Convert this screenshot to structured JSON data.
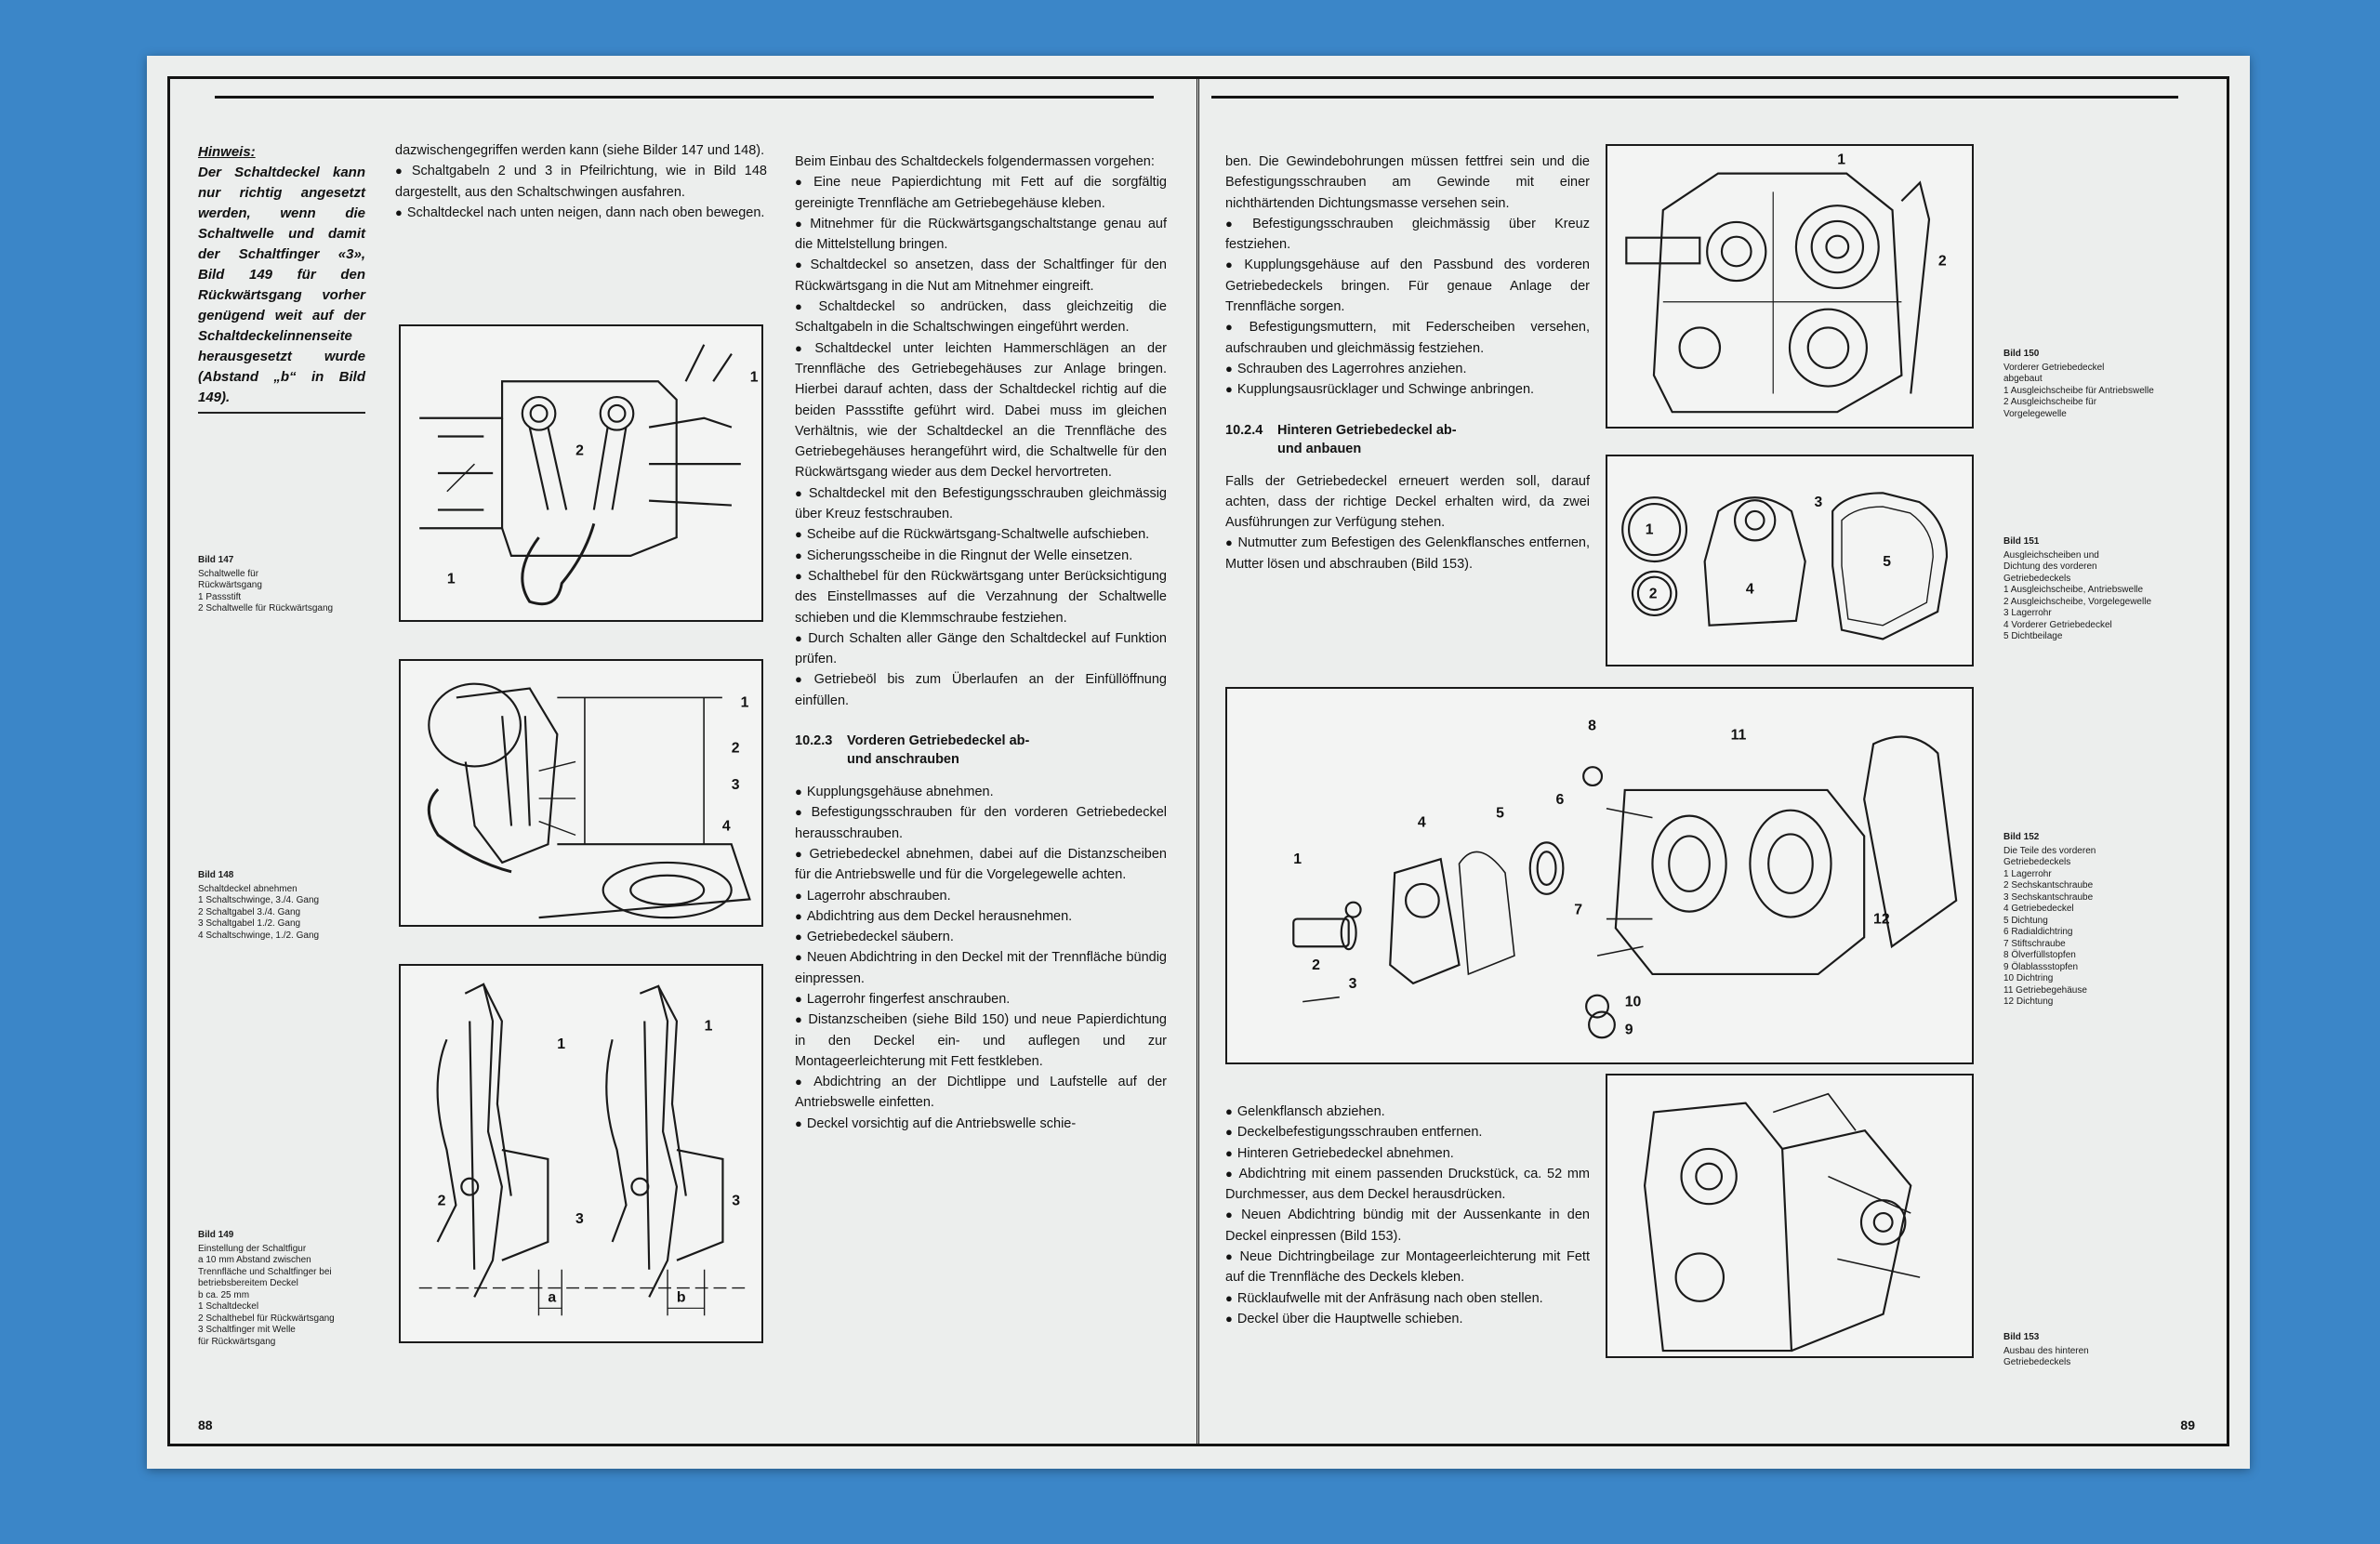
{
  "left_page": {
    "hint_label": "Hinweis:",
    "hint_text": "Der Schaltdeckel kann nur richtig angesetzt werden, wenn die Schaltwelle und damit der Schaltfinger «3», Bild 149 für den Rückwärtsgang vorher genügend weit auf der Schaltdeckelinnenseite herausgesetzt wurde (Abstand „b“ in Bild 149).",
    "col1": [
      {
        "t": "p",
        "text": "dazwischengegriffen werden kann (siehe Bilder 147 und 148)."
      },
      {
        "t": "b",
        "text": "Schaltgabeln 2 und 3 in Pfeilrichtung, wie in Bild 148 dargestellt, aus den Schaltschwingen ausfahren."
      },
      {
        "t": "b",
        "text": "Schaltdeckel nach unten neigen, dann nach oben bewegen."
      }
    ],
    "col2": [
      {
        "t": "p",
        "text": "Beim Einbau des Schaltdeckels folgendermassen vorgehen:"
      },
      {
        "t": "b",
        "text": "Eine neue Papierdichtung mit Fett auf die sorgfältig gereinigte Trennfläche am Getriebegehäuse kleben."
      },
      {
        "t": "b",
        "text": "Mitnehmer für die Rückwärtsgangschaltstange genau auf die Mittelstellung bringen."
      },
      {
        "t": "b",
        "text": "Schaltdeckel so ansetzen, dass der Schaltfinger für den Rückwärtsgang in die Nut am Mitnehmer eingreift."
      },
      {
        "t": "b",
        "text": "Schaltdeckel so andrücken, dass gleichzeitig die Schaltgabeln in die Schaltschwingen eingeführt werden."
      },
      {
        "t": "b",
        "text": "Schaltdeckel unter leichten Hammerschlägen an der Trennfläche des Getriebegehäuses zur Anlage bringen. Hierbei darauf achten, dass der Schaltdeckel richtig auf die beiden Passstifte geführt wird. Dabei muss im gleichen Verhältnis, wie der Schaltdeckel an die Trennfläche des Getriebegehäuses herangeführt wird, die Schaltwelle für den Rückwärtsgang wieder aus dem Deckel hervortreten."
      },
      {
        "t": "b",
        "text": "Schaltdeckel mit den Befestigungsschrauben gleichmässig über Kreuz festschrauben."
      },
      {
        "t": "b",
        "text": "Scheibe auf die Rückwärtsgang-Schaltwelle aufschieben."
      },
      {
        "t": "b",
        "text": "Sicherungsscheibe in die Ringnut der Welle einsetzen."
      },
      {
        "t": "b",
        "text": "Schalthebel für den Rückwärtsgang unter Berücksichtigung des Einstellmasses auf die Verzahnung der Schaltwelle schieben und die Klemmschraube festziehen."
      },
      {
        "t": "b",
        "text": "Durch Schalten aller Gänge den Schaltdeckel auf Funktion prüfen."
      },
      {
        "t": "b",
        "text": "Getriebeöl bis zum Überlaufen an der Einfüllöffnung einfüllen."
      },
      {
        "t": "h",
        "num": "10.2.3",
        "text": "Vorderen Getriebedeckel ab-",
        "cont": "und anschrauben"
      },
      {
        "t": "b",
        "text": "Kupplungsgehäuse abnehmen."
      },
      {
        "t": "b",
        "text": "Befestigungsschrauben für den vorderen Getriebedeckel herausschrauben."
      },
      {
        "t": "b",
        "text": "Getriebedeckel abnehmen, dabei auf die Distanzscheiben für die Antriebswelle und für die Vorgelegewelle achten."
      },
      {
        "t": "b",
        "text": "Lagerrohr abschrauben."
      },
      {
        "t": "b",
        "text": "Abdichtring aus dem Deckel herausnehmen."
      },
      {
        "t": "b",
        "text": "Getriebedeckel säubern."
      },
      {
        "t": "b",
        "text": "Neuen Abdichtring in den Deckel mit der Trennfläche bündig einpressen."
      },
      {
        "t": "b",
        "text": "Lagerrohr fingerfest anschrauben."
      },
      {
        "t": "b",
        "text": "Distanzscheiben (siehe Bild 150) und neue Papierdichtung in den Deckel ein- und auflegen und zur Montageerleichterung mit Fett festkleben."
      },
      {
        "t": "b",
        "text": "Abdichtring an der Dichtlippe und Laufstelle auf der Antriebswelle einfetten."
      },
      {
        "t": "b",
        "text": "Deckel vorsichtig auf die Antriebswelle schie-"
      }
    ],
    "captions": [
      {
        "title": "Bild 147",
        "lines": [
          "Schaltwelle für",
          "Rückwärtsgang",
          "1 Passstift",
          "2 Schaltwelle für Rückwärtsgang"
        ]
      },
      {
        "title": "Bild 148",
        "lines": [
          "Schaltdeckel abnehmen",
          "1 Schaltschwinge, 3./4. Gang",
          "2 Schaltgabel 3./4. Gang",
          "3 Schaltgabel 1./2. Gang",
          "4 Schaltschwinge, 1./2. Gang"
        ]
      },
      {
        "title": "Bild 149",
        "lines": [
          "Einstellung der Schaltfigur",
          "a 10 mm Abstand zwischen",
          "Trennfläche und Schaltfinger bei",
          "betriebsbereitem Deckel",
          "b ca. 25 mm",
          "1 Schaltdeckel",
          "2 Schalthebel für Rückwärtsgang",
          "3 Schaltfinger mit Welle",
          "für Rückwärtsgang"
        ]
      }
    ],
    "page_number": "88"
  },
  "right_page": {
    "col1": [
      {
        "t": "p",
        "text": "ben. Die Gewindebohrungen müssen fettfrei sein und die Befestigungsschrauben am Gewinde mit einer nichthärtenden Dichtungsmasse versehen sein."
      },
      {
        "t": "b",
        "text": "Befestigungsschrauben gleichmässig über Kreuz festziehen."
      },
      {
        "t": "b",
        "text": "Kupplungsgehäuse auf den Passbund des vorderen Getriebedeckels bringen. Für genaue Anlage der Trennfläche sorgen."
      },
      {
        "t": "b",
        "text": "Befestigungsmuttern, mit Federscheiben versehen, aufschrauben und gleichmässig festziehen."
      },
      {
        "t": "b",
        "text": "Schrauben des Lagerrohres anziehen."
      },
      {
        "t": "b",
        "text": "Kupplungsausrücklager und Schwinge anbringen."
      },
      {
        "t": "h",
        "num": "10.2.4",
        "text": "Hinteren Getriebedeckel ab-",
        "cont": "und anbauen"
      },
      {
        "t": "p",
        "text": "Falls der Getriebedeckel erneuert werden soll, darauf achten, dass der richtige Deckel erhalten wird, da zwei Ausführungen zur Verfügung stehen."
      },
      {
        "t": "b",
        "text": "Nutmutter zum Befestigen des Gelenkflansches entfernen, Mutter lösen und abschrauben (Bild 153)."
      }
    ],
    "col2": [
      {
        "t": "b",
        "text": "Gelenkflansch abziehen."
      },
      {
        "t": "b",
        "text": "Deckelbefestigungsschrauben entfernen."
      },
      {
        "t": "b",
        "text": "Hinteren Getriebedeckel abnehmen."
      },
      {
        "t": "b",
        "text": "Abdichtring mit einem passenden Druckstück, ca. 52 mm Durchmesser, aus dem Deckel herausdrücken."
      },
      {
        "t": "b",
        "text": "Neuen Abdichtring bündig mit der Aussenkante in den Deckel einpressen (Bild 153)."
      },
      {
        "t": "b",
        "text": "Neue Dichtringbeilage zur Montageerleichterung mit Fett auf die Trennfläche des Deckels kleben."
      },
      {
        "t": "b",
        "text": "Rücklaufwelle mit der Anfräsung nach oben stellen."
      },
      {
        "t": "b",
        "text": "Deckel über die Hauptwelle schieben."
      }
    ],
    "captions": [
      {
        "title": "Bild 150",
        "lines": [
          "Vorderer Getriebedeckel",
          "abgebaut",
          "1 Ausgleichscheibe für Antriebswelle",
          "2 Ausgleichscheibe für",
          "Vorgelegewelle"
        ]
      },
      {
        "title": "Bild 151",
        "lines": [
          "Ausgleichscheiben und",
          "Dichtung des vorderen",
          "Getriebedeckels",
          "1 Ausgleichscheibe, Antriebswelle",
          "2 Ausgleichscheibe, Vorgelegewelle",
          "3 Lagerrohr",
          "4 Vorderer Getriebedeckel",
          "5 Dichtbeilage"
        ]
      },
      {
        "title": "Bild 152",
        "lines": [
          "Die Teile des vorderen",
          "Getriebedeckels",
          "1 Lagerrohr",
          "2 Sechskantschraube",
          "3 Sechskantschraube",
          "4 Getriebedeckel",
          "5 Dichtung",
          "6 Radialdichtring",
          "7 Stiftschraube",
          "8 Ölverfüllstopfen",
          "9 Ölablassstopfen",
          "10 Dichtring",
          "11 Getriebegehäuse",
          "12 Dichtung"
        ]
      },
      {
        "title": "Bild 153",
        "lines": [
          "Ausbau des hinteren",
          "Getriebedeckels"
        ]
      }
    ],
    "page_number": "89"
  },
  "figure_callouts": {
    "fig147": [
      "1",
      "2",
      "1"
    ],
    "fig148": [
      "1",
      "2",
      "3",
      "4"
    ],
    "fig149": [
      "1",
      "2",
      "3",
      "1",
      "3",
      "a",
      "b"
    ],
    "fig150": [
      "1",
      "2"
    ],
    "fig151": [
      "1",
      "2",
      "3",
      "4",
      "5"
    ],
    "fig152": [
      "1",
      "2",
      "3",
      "4",
      "5",
      "6",
      "7",
      "8",
      "9",
      "10",
      "11",
      "12"
    ]
  }
}
